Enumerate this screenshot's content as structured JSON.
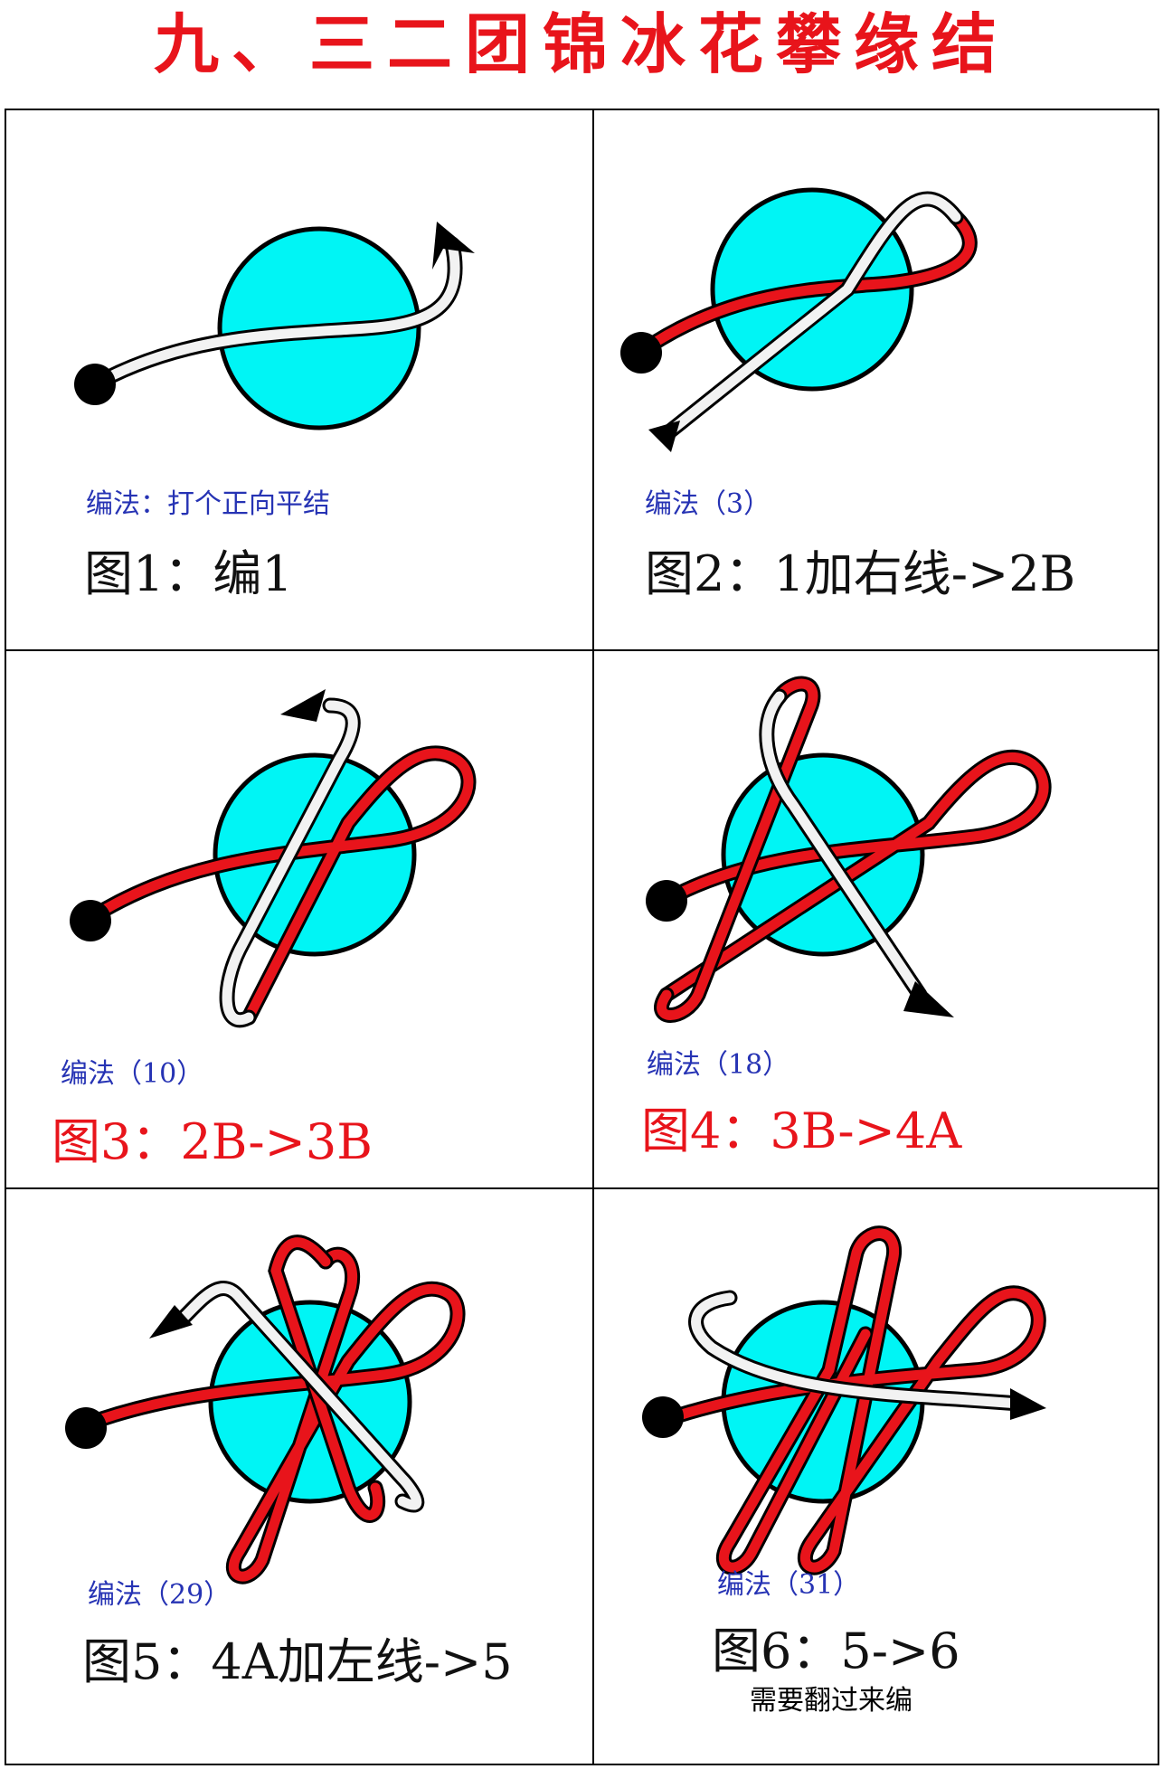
{
  "page_title": "九、三二团锦冰花攀缘结",
  "colors": {
    "title": "#e8141b",
    "method": "#2633b4",
    "caption_black": "#111111",
    "caption_red": "#e8141b",
    "circle": "#00f5f5",
    "cord_red": "#e8141b",
    "cord_white": "#f2f2f2"
  },
  "panels": [
    {
      "method": "编法：打个正向平结",
      "caption": "图1：编1",
      "caption_color": "black"
    },
    {
      "method": "编法（3）",
      "caption": "图2：1加右线->2B",
      "caption_color": "black"
    },
    {
      "method": "编法（10）",
      "caption": "图3：2B->3B",
      "caption_color": "red"
    },
    {
      "method": "编法（18）",
      "caption": "图4：3B->4A",
      "caption_color": "red"
    },
    {
      "method": "编法（29）",
      "caption": "图5：4A加左线->5",
      "caption_color": "black"
    },
    {
      "method": "编法（31）",
      "caption": "图6：5->6",
      "caption_color": "black",
      "note": "需要翻过来编"
    }
  ]
}
